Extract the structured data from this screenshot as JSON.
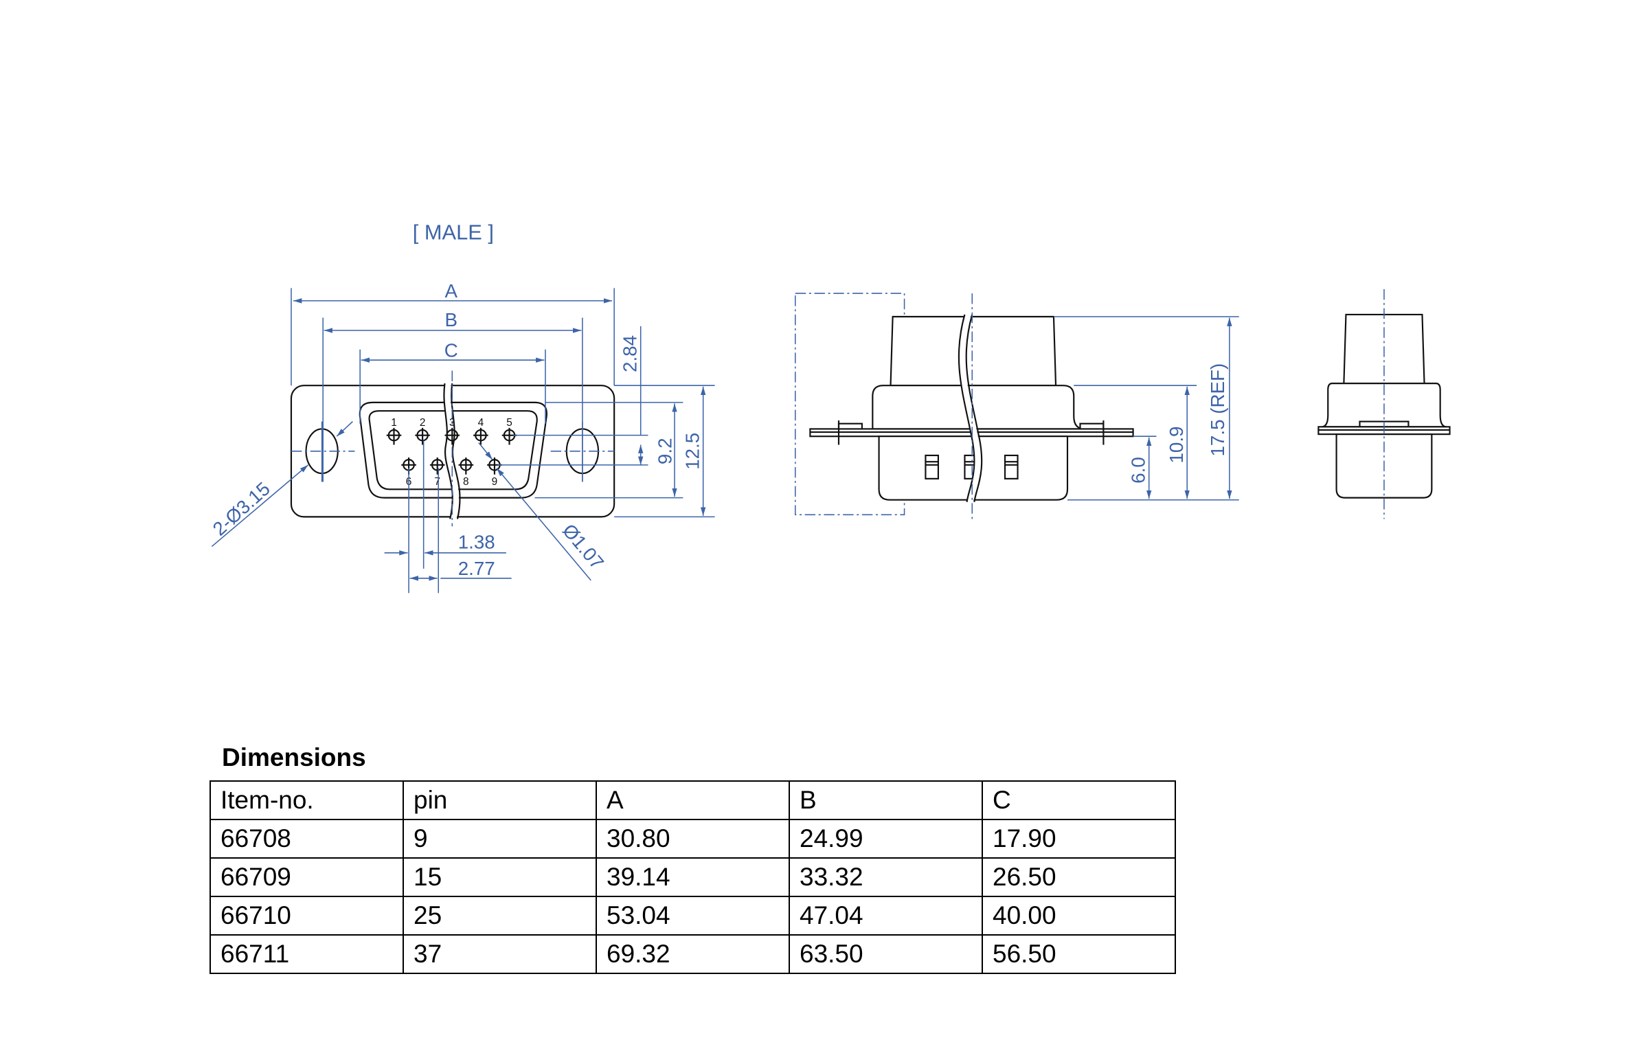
{
  "drawing": {
    "title": "[ MALE ]",
    "labels": {
      "A": "A",
      "B": "B",
      "C": "C"
    },
    "dims": {
      "d284": "2.84",
      "d92": "9.2",
      "d125": "12.5",
      "hole": "2-Ø3.15",
      "pin": "Ø1.07",
      "d138": "1.38",
      "d277": "2.77",
      "d60": "6.0",
      "d109": "10.9",
      "d175": "17.5 (REF)"
    },
    "pins_top": [
      "1",
      "2",
      "3",
      "4",
      "5"
    ],
    "pins_bottom": [
      "6",
      "7",
      "8",
      "9"
    ],
    "line_color": "#3d64a8"
  },
  "table": {
    "title": "Dimensions",
    "headers": [
      "Item-no.",
      "pin",
      "A",
      "B",
      "C"
    ],
    "rows": [
      [
        "66708",
        "9",
        "30.80",
        "24.99",
        "17.90"
      ],
      [
        "66709",
        "15",
        "39.14",
        "33.32",
        "26.50"
      ],
      [
        "66710",
        "25",
        "53.04",
        "47.04",
        "40.00"
      ],
      [
        "66711",
        "37",
        "69.32",
        "63.50",
        "56.50"
      ]
    ]
  }
}
